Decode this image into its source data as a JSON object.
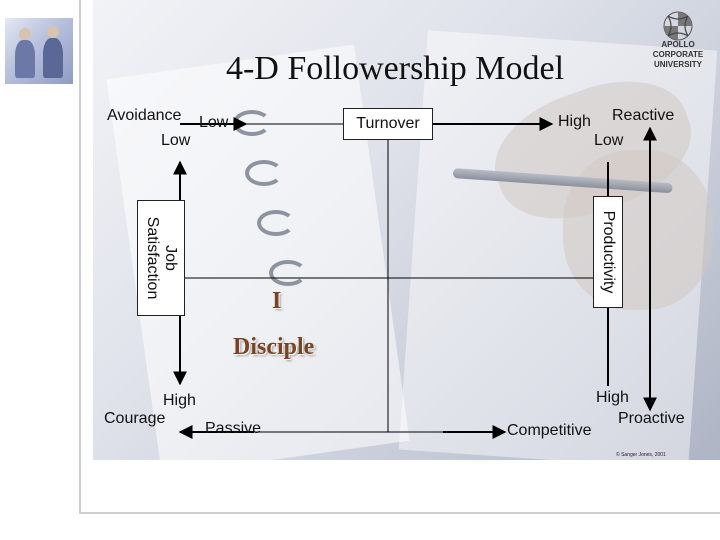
{
  "title": "4-D Followership Model",
  "logo": {
    "line1": "APOLLO CORPORATE",
    "line2": "UNIVERSITY"
  },
  "labels": {
    "avoidance": "Avoidance",
    "low_top": "Low",
    "low_left": "Low",
    "turnover": "Turnover",
    "high_top": "High",
    "reactive": "Reactive",
    "low_right": "Low",
    "job": "Job",
    "satisfaction": "Satisfaction",
    "productivity": "Productivity",
    "quadrant_roman": "I",
    "quadrant_name": "Disciple",
    "high_left": "High",
    "courage": "Courage",
    "passive": "Passive",
    "high_right": "High",
    "proactive": "Proactive",
    "competitive": "Competitive"
  },
  "copyright": "© Sanger Jones, 2001",
  "colors": {
    "disciple_text": "#7a4424",
    "axis": "#000000"
  }
}
